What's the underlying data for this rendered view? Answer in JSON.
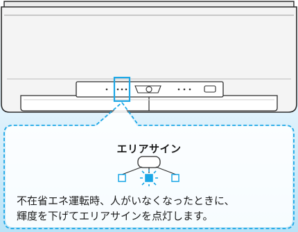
{
  "illustration": {
    "subject": "air-conditioner-indoor-unit-front",
    "colors": {
      "accent_blue": "#1ba7e6",
      "sky_blue": "#bfe6f8",
      "unit_white": "#f4f4f4",
      "outline": "#2b2b2b"
    },
    "icons": [
      "air-conditioner-unit",
      "area-sign-indicator",
      "highlight-box"
    ]
  },
  "callout": {
    "title": "エリアサイン",
    "description_line1": "不在省エネ運転時、人がいなくなったときに、",
    "description_line2": "輝度を下げてエリアサインを点灯します。"
  }
}
